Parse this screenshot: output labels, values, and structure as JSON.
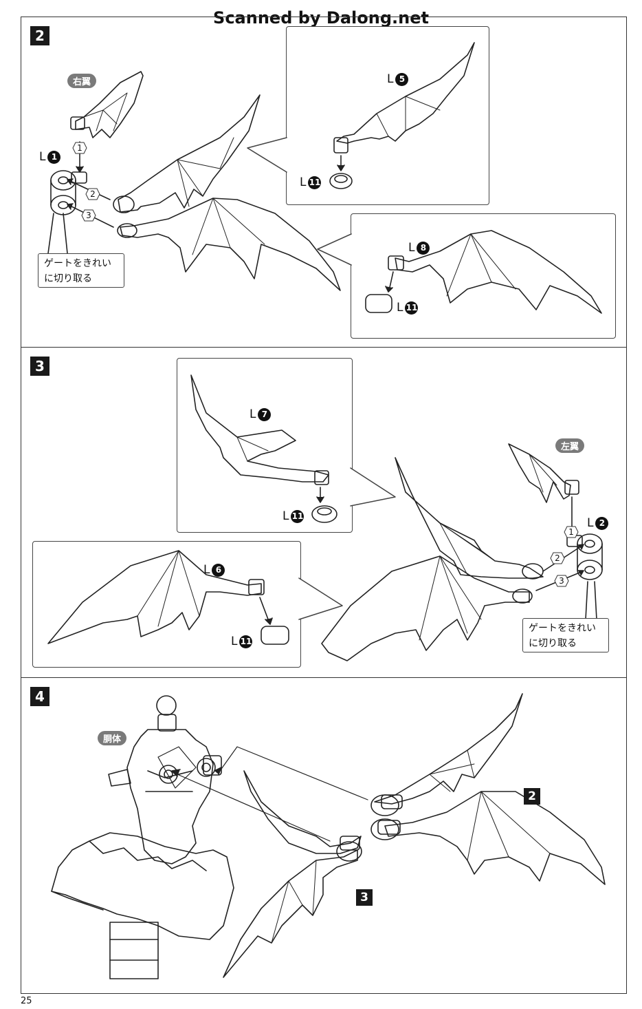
{
  "header": {
    "title": "Scanned by Dalong.net"
  },
  "page_number": "25",
  "steps": {
    "s2": {
      "badge": "2",
      "tag_right_wing": "右翼",
      "label_l1": "L",
      "num_l1": "1",
      "label_l5": "L",
      "num_l5": "5",
      "label_l8": "L",
      "num_l8": "8",
      "label_l11a": "L",
      "num_l11a": "11",
      "label_l11b": "L",
      "num_l11b": "11",
      "seq": [
        "1",
        "2",
        "3"
      ],
      "note_line1": "ゲートをきれい",
      "note_line2": "に切り取る"
    },
    "s3": {
      "badge": "3",
      "tag_left_wing": "左翼",
      "label_l2": "L",
      "num_l2": "2",
      "label_l7": "L",
      "num_l7": "7",
      "label_l6": "L",
      "num_l6": "6",
      "label_l11a": "L",
      "num_l11a": "11",
      "label_l11b": "L",
      "num_l11b": "11",
      "seq": [
        "1",
        "2",
        "3"
      ],
      "note_line1": "ゲートをきれい",
      "note_line2": "に切り取る"
    },
    "s4": {
      "badge": "4",
      "tag_torso": "胴体",
      "ref_a": "2",
      "ref_b": "3"
    }
  }
}
